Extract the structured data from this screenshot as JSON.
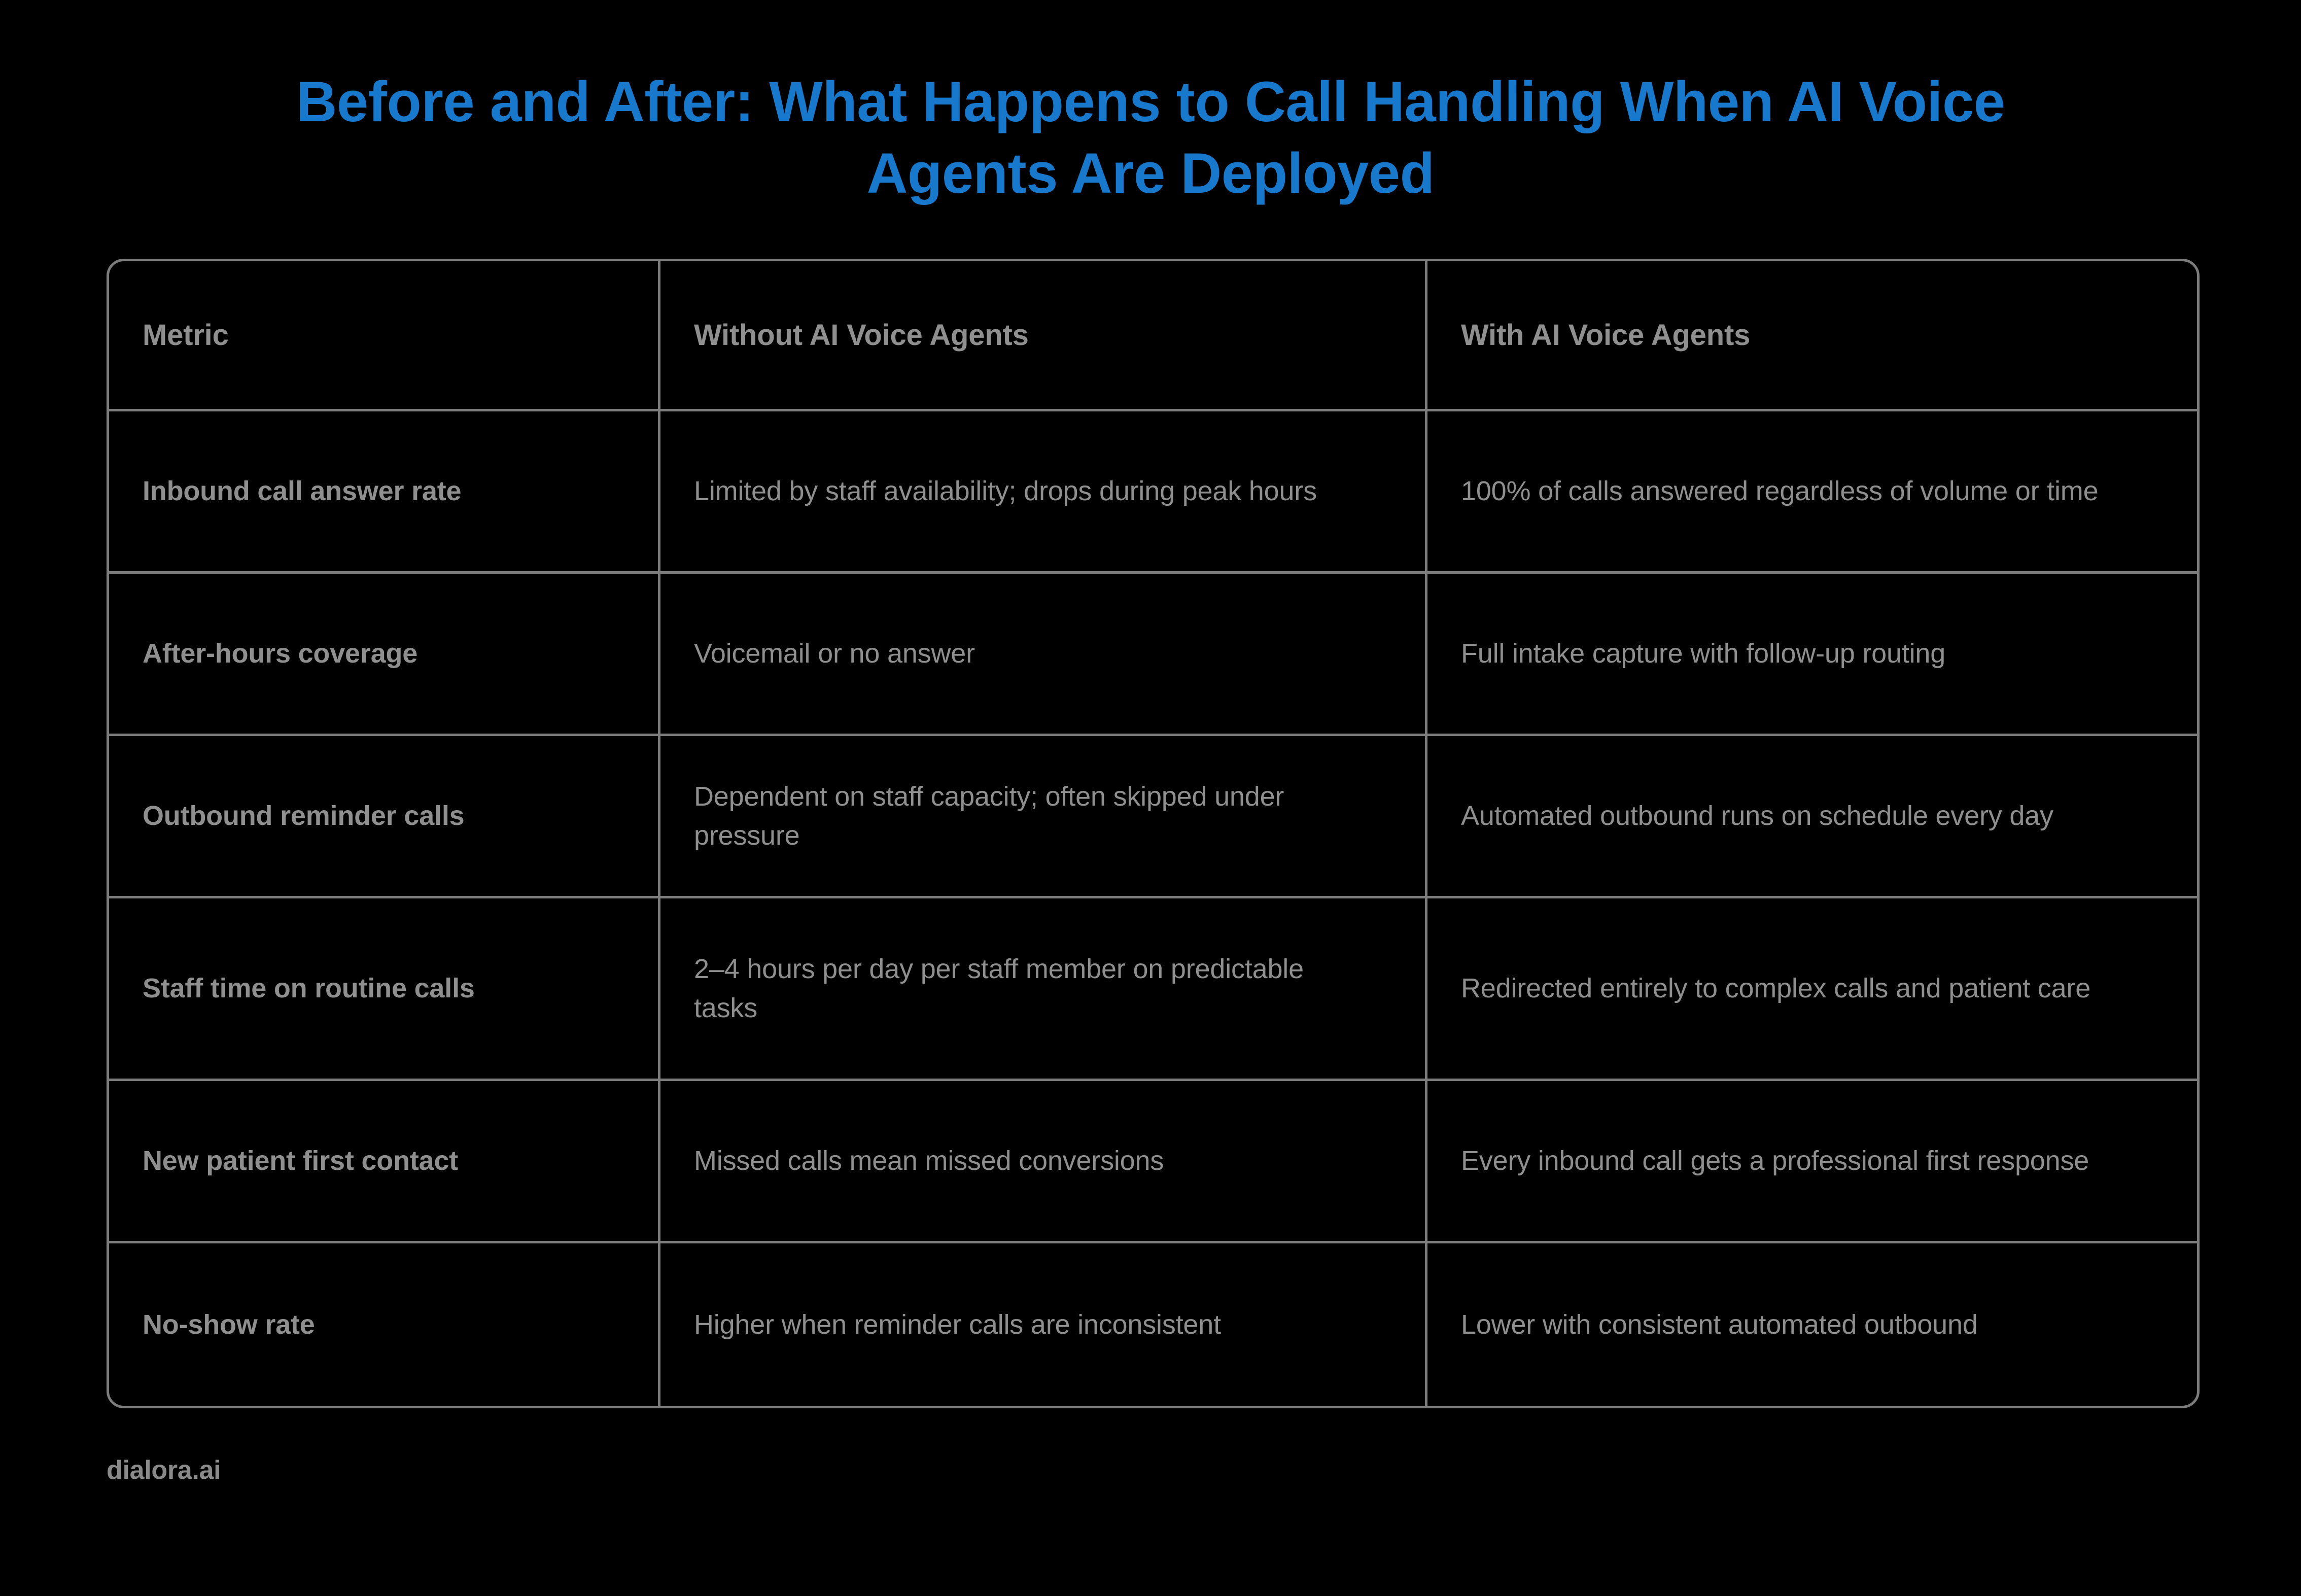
{
  "colors": {
    "background": "#000000",
    "title_blue": "#1878cc",
    "text_gray": "#8f8f8f",
    "border_gray": "#7c7c7c"
  },
  "header": {
    "title": "Before and After: What Happens to Call Handling When AI Voice Agents Are Deployed"
  },
  "table": {
    "columns": [
      {
        "key": "metric",
        "label": "Metric"
      },
      {
        "key": "without",
        "label": "Without AI Voice Agents"
      },
      {
        "key": "with",
        "label": "With AI Voice Agents"
      }
    ],
    "rows": [
      {
        "metric": "Inbound call answer rate",
        "without": "Limited by staff availability; drops during peak hours",
        "with": "100% of calls answered regardless of volume or time"
      },
      {
        "metric": "After-hours coverage",
        "without": "Voicemail or no answer",
        "with": "Full intake capture with follow-up routing"
      },
      {
        "metric": "Outbound reminder calls",
        "without": "Dependent on staff capacity; often skipped under pressure",
        "with": "Automated outbound runs on schedule every day"
      },
      {
        "metric": "Staff time on routine calls",
        "without": "2–4 hours per day per staff member on predictable tasks",
        "with": "Redirected entirely to complex calls and patient care"
      },
      {
        "metric": "New patient first contact",
        "without": "Missed calls mean missed conversions",
        "with": "Every inbound call gets a professional first response"
      },
      {
        "metric": "No-show rate",
        "without": "Higher when reminder calls are inconsistent",
        "with": "Lower with consistent automated outbound"
      }
    ]
  },
  "footer": {
    "brand": "dialora.ai"
  }
}
